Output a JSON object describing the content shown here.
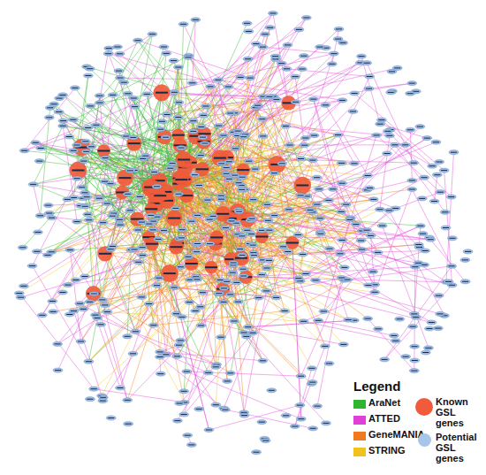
{
  "diagram": {
    "labels": [
      "Legend"
    ],
    "legend": [
      {
        "text": "AraNet",
        "color": "#2fb52f"
      },
      {
        "text": "ATTED",
        "color": "#e23fd9"
      },
      {
        "text": "GeneMANIA",
        "color": "#ef7a1f"
      },
      {
        "text": "STRING",
        "color": "#f2c21c"
      },
      {
        "text": "Known GSL genes",
        "color": "#f05b3b"
      },
      {
        "text": "Potential GSL genes",
        "color": "#a9c5ea"
      }
    ]
  }
}
